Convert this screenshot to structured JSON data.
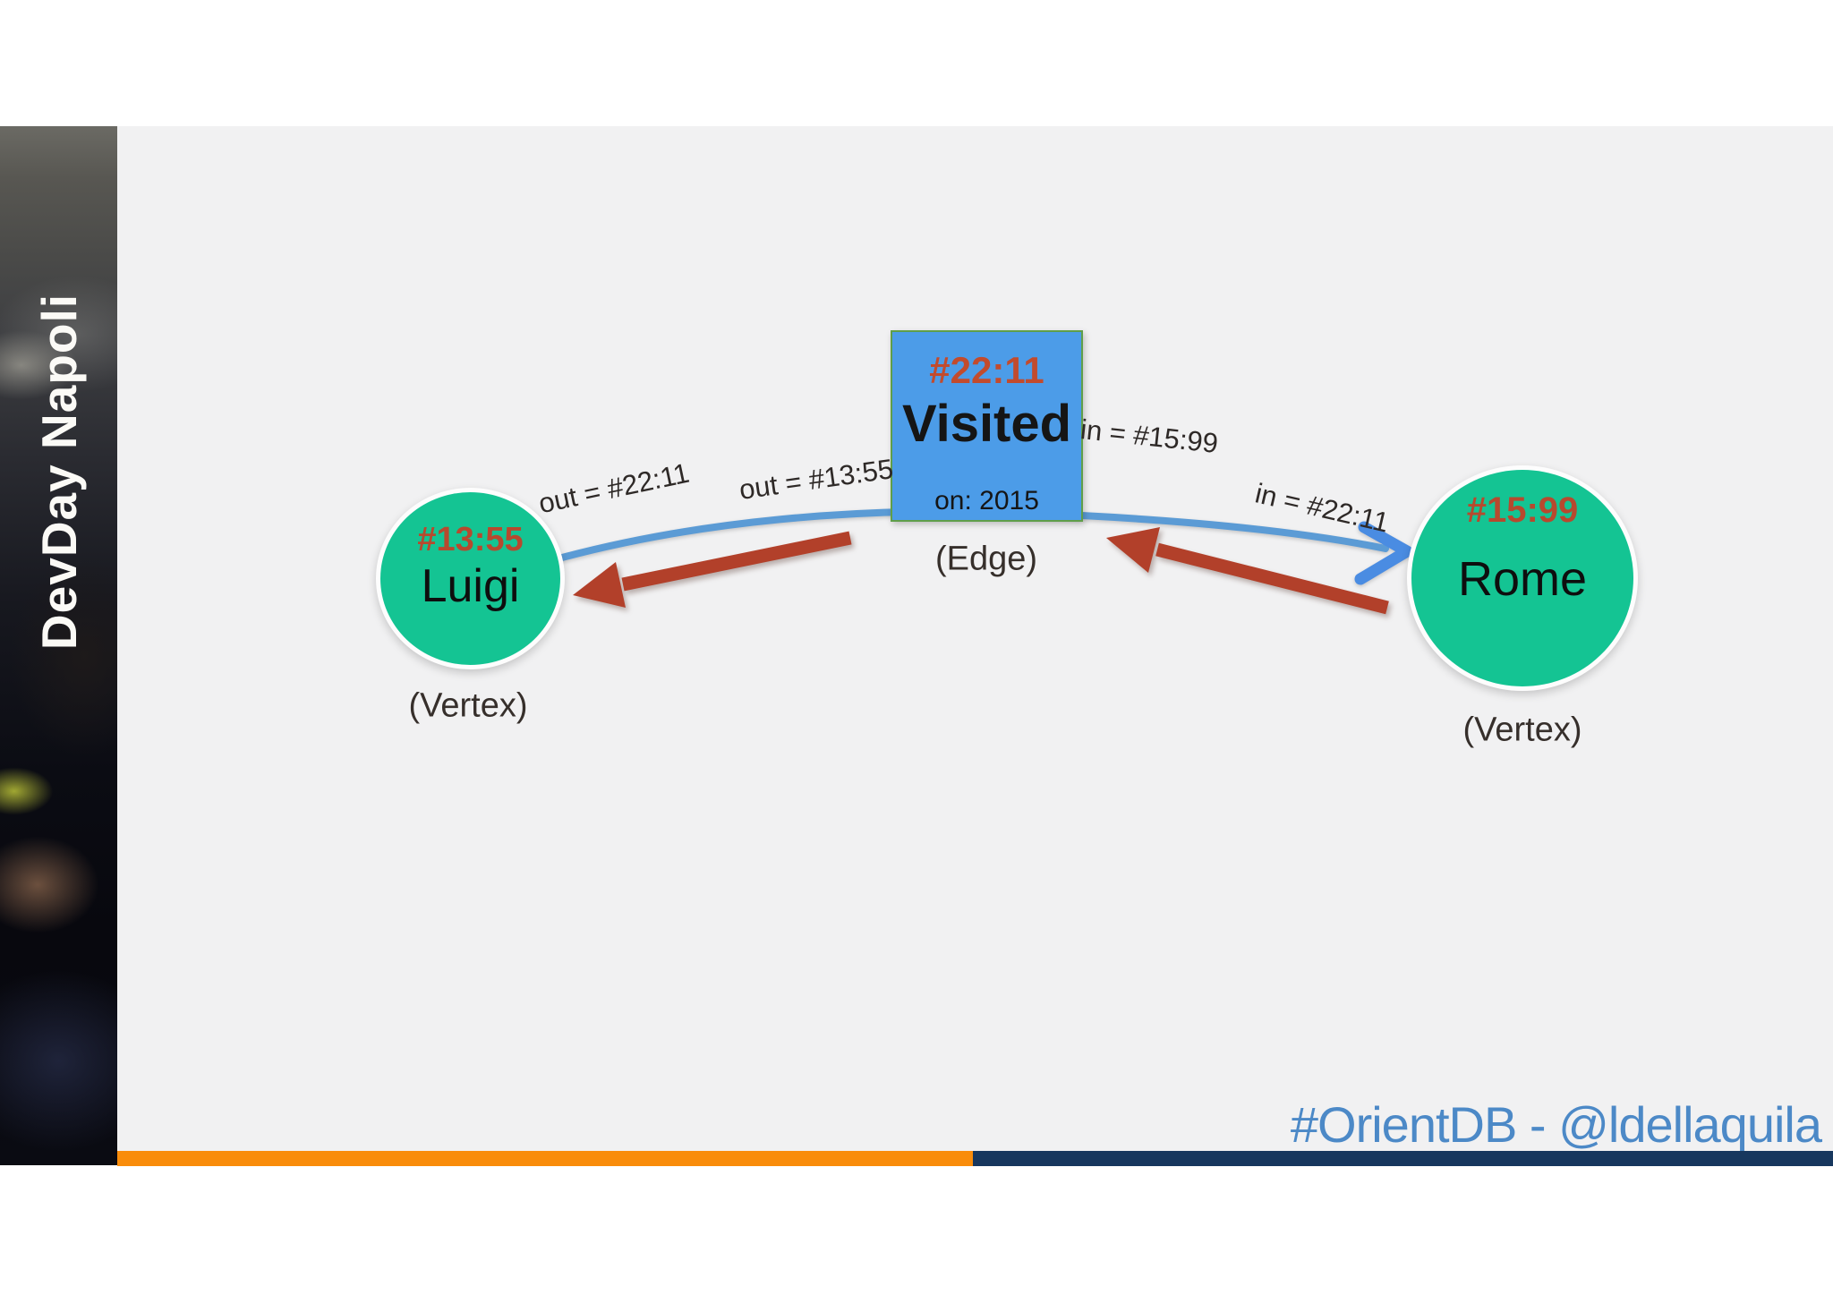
{
  "slide": {
    "background_color": "#f1f1f2",
    "sidebar": {
      "brand_text": "DevDay Napoli"
    },
    "footer": {
      "handle_text": "#OrientDB - @ldellaquila",
      "orange_bar_color": "#f98c0a",
      "navy_bar_color": "#17375e",
      "text_color": "#4c89c7"
    },
    "diagram": {
      "vertex_left": {
        "rid": "#13:55",
        "name": "Luigi",
        "type_label": "(Vertex)"
      },
      "vertex_right": {
        "rid": "#15:99",
        "name": "Rome",
        "type_label": "(Vertex)"
      },
      "edge": {
        "rid": "#22:11",
        "name": "Visited",
        "property": "on: 2015",
        "type_label": "(Edge)"
      },
      "edge_labels": {
        "out_left": "out = #22:11",
        "out_center": "out = #13:55",
        "in_center": "in = #15:99",
        "in_right": "in = #22:11"
      },
      "colors": {
        "vertex_fill": "#14c493",
        "edge_fill": "#4c9ce8",
        "edge_border": "#5f9e49",
        "rid_text": "#b7492e",
        "arrow_red": "#b2402a",
        "link_blue": "#5b9bd5",
        "label_text": "#2e2927"
      }
    }
  }
}
